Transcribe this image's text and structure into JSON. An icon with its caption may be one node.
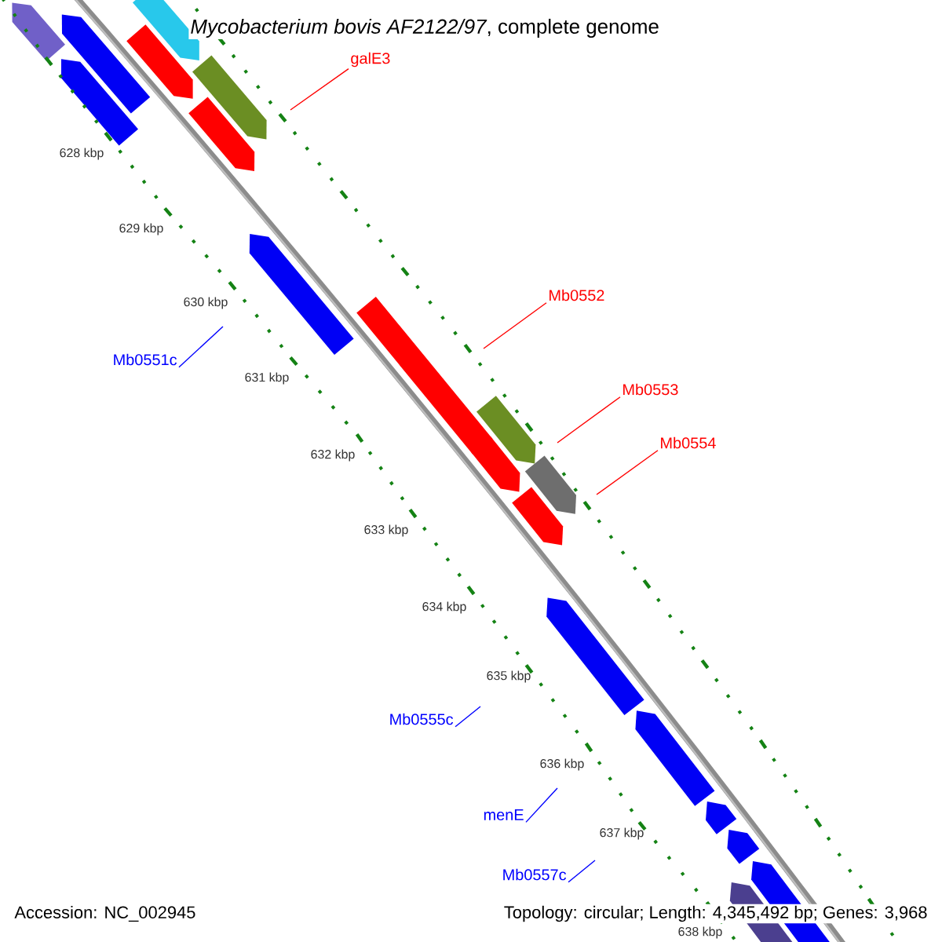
{
  "diagram": {
    "title": "*Mycobacterium bovis AF2122/97*, complete genome",
    "nodes": [
      {
        "text": [
          "galE3"
        ]
      },
      {
        "text": [
          "Mb0552"
        ]
      },
      {
        "text": [
          "Mb0551c"
        ]
      },
      {
        "text": [
          "Mb0553"
        ]
      },
      {
        "text": [
          "Mb0554"
        ]
      },
      {
        "text": [
          "Mb0555c"
        ]
      },
      {
        "text": [
          "menE"
        ]
      },
      {
        "text": [
          "Mb0557c"
        ]
      }
    ],
    "edges": [
      {
        "from": 0,
        "to": null,
        "arrow": "none",
        "color": "#ff0000"
      },
      {
        "from": 1,
        "to": null,
        "arrow": "none",
        "color": "#ff0000"
      },
      {
        "from": 2,
        "to": null,
        "arrow": "none",
        "color": "#0000ff"
      },
      {
        "from": 3,
        "to": null,
        "arrow": "none",
        "color": "#ff0000"
      },
      {
        "from": 4,
        "to": null,
        "arrow": "none",
        "color": "#ff0000"
      },
      {
        "from": 5,
        "to": null,
        "arrow": "none",
        "color": "#0000ff"
      },
      {
        "from": 6,
        "to": null,
        "arrow": "none",
        "color": "#0000ff"
      },
      {
        "from": 7,
        "to": null,
        "arrow": "none",
        "color": "#0000ff"
      }
    ],
    "labels": [
      "628 kbp",
      "629 kbp",
      "630 kbp",
      "631 kbp",
      "632 kbp",
      "633 kbp",
      "634 kbp",
      "635 kbp",
      "636 kbp",
      "637 kbp",
      "638 kbp",
      "Accession: NC_002945",
      "Topology: circular; Length: 4,345,492 bp; Genes: 3,968"
    ]
  }
}
